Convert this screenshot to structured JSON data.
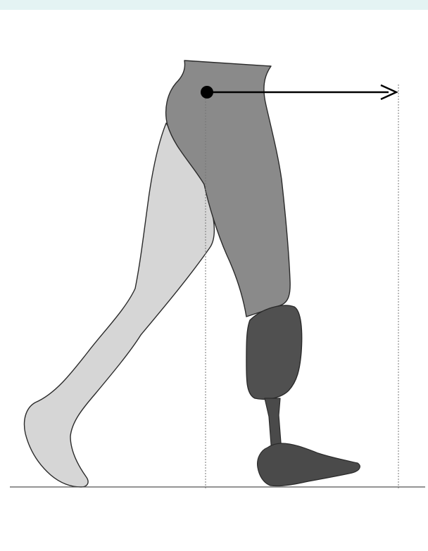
{
  "figure": {
    "colors": {
      "background": "#ffffff",
      "top_band": "#e4f3f3",
      "sound_leg": "#d6d6d6",
      "thigh": "#8a8a8a",
      "prosthetic_socket": "#505050",
      "prosthetic_pylon_and_foot": "#4a4a4a",
      "outline": "#2a2a2a",
      "arrow": "#000000",
      "ground_line": "#555555",
      "reference_lines": "#777777"
    },
    "elements": [
      "sound-leg",
      "amputated-thigh",
      "prosthetic-socket",
      "prosthetic-pylon",
      "prosthetic-foot",
      "center-of-mass-marker",
      "forward-arrow",
      "vertical-reference-lines",
      "ground-line"
    ]
  }
}
